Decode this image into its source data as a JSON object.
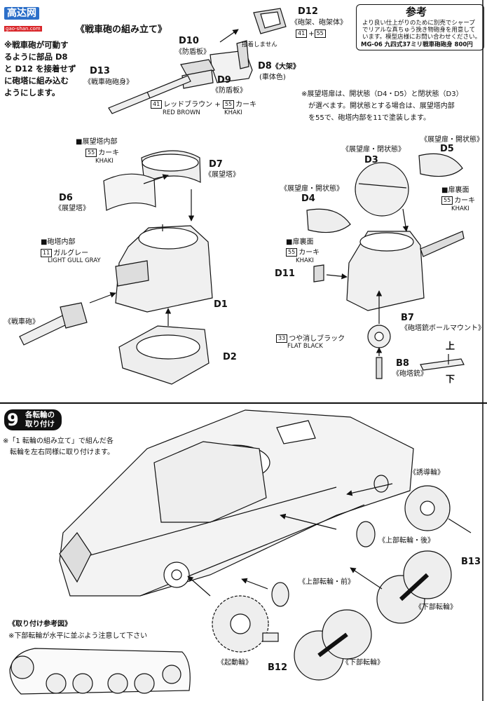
{
  "watermark": {
    "logo": "高达网",
    "sub": "gao-shan.com"
  },
  "section8": {
    "title": "《戦車砲の組み立て》",
    "note_lines": [
      "※戦車砲が可動す",
      "るように部品 D8",
      "と D12 を接着せず",
      "に砲塔に組み込む",
      "ようにします。"
    ],
    "reference": {
      "title": "参考",
      "lines": [
        "より良い仕上がりのために別売でシャープ",
        "でリアルな真ちゅう挽き物砲身を用意して",
        "います。模型店様にお問い合わせください。"
      ],
      "product": "MG-06 九四式37ミリ戦車砲砲身 800円"
    },
    "parts": {
      "d12": {
        "code": "D12",
        "desc": "《砲架、砲架体》",
        "paint": [
          "41",
          "55"
        ]
      },
      "d12_note": "接着しません",
      "d10": {
        "code": "D10",
        "desc": "《防盾板》"
      },
      "d13": {
        "code": "D13",
        "desc": "《戦車砲砲身》"
      },
      "d9": {
        "code": "D9",
        "desc": "《防盾板》"
      },
      "d8": {
        "code": "D8",
        "desc": "《大架》",
        "sub": "(車体色)"
      },
      "d7": {
        "code": "D7",
        "desc": "《展望塔》"
      },
      "d6": {
        "code": "D6",
        "desc": "《展望塔》"
      },
      "d1": {
        "code": "D1"
      },
      "d2": {
        "code": "D2"
      },
      "gun": {
        "desc": "《戦車砲》"
      },
      "d3": {
        "code": "D3",
        "desc": "《展望扉・閉状態》"
      },
      "d4": {
        "code": "D4",
        "desc": "《展望扉・開状態》"
      },
      "d5": {
        "code": "D5",
        "desc": "《展望扉・開状態》"
      },
      "d11": {
        "code": "D11"
      },
      "b7": {
        "code": "B7",
        "desc": "《砲塔銃ボールマウント》"
      },
      "b8": {
        "code": "B8",
        "desc": "《砲塔銃》"
      }
    },
    "paints": {
      "barrel": {
        "n1": "41",
        "jp1": "レッドブラウン",
        "plus": "+",
        "n2": "55",
        "jp2": "カーキ",
        "en1": "RED BROWN",
        "en2": "KHAKI"
      },
      "cupola_inner": {
        "head": "■展望塔内部",
        "n": "55",
        "jp": "カーキ",
        "en": "KHAKI"
      },
      "turret_inner": {
        "head": "■砲塔内部",
        "n": "11",
        "jp": "ガルグレー",
        "en": "LIGHT GULL GRAY"
      },
      "hatch_back_d4": {
        "head": "■扉裏面",
        "n": "55",
        "jp": "カーキ",
        "en": "KHAKI"
      },
      "hatch_back_d5": {
        "head": "■扉裏面",
        "n": "55",
        "jp": "カーキ",
        "en": "KHAKI"
      },
      "mg": {
        "n": "33",
        "jp": "つや消しブラック",
        "en": "FLAT BLACK"
      }
    },
    "hatch_note_lines": [
      "※展望塔扉は、開状態（D4・D5）と閉状態（D3）",
      "が選べます。開状態とする場合は、展望塔内部",
      "を55で、砲塔内部を11で塗装します。"
    ],
    "up": "上",
    "down": "下"
  },
  "section9": {
    "number": "9",
    "title_lines": [
      "各転輪の",
      "取り付け"
    ],
    "note_lines": [
      "※「1 転輪の組み立て」で組んだ各",
      "転輪を左右同様に取り付けます。"
    ],
    "labels": {
      "idler": "《誘導輪》",
      "upper_rear": "《上部転輪・後》",
      "upper_front": "《上部転輪・前》",
      "lower1": "《下部転輪》",
      "lower2": "《下部転輪》",
      "sprocket": "《起動輪》",
      "b12": "B12",
      "b13": "B13"
    },
    "ref_title": "《取り付け参考図》",
    "ref_note": "※下部転輪が水平に並ぶよう注意して下さい"
  }
}
